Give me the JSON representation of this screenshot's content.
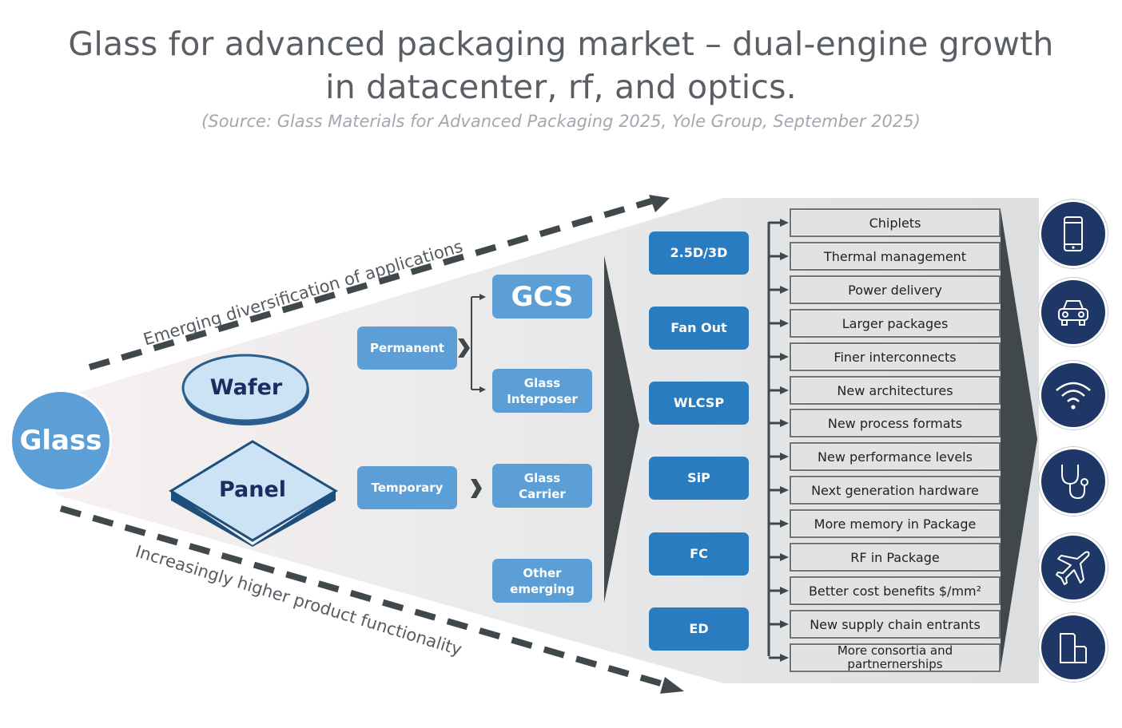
{
  "header": {
    "title_line1": "Glass for advanced packaging market – dual-engine growth",
    "title_line2": "in datacenter, rf, and optics.",
    "source": "(Source: Glass Materials for Advanced Packaging 2025, Yole Group, September 2025)"
  },
  "axes": {
    "top_label": "Emerging diversification of applications",
    "bottom_label": "Increasingly higher product functionality"
  },
  "origin": {
    "label": "Glass"
  },
  "formats": {
    "wafer": "Wafer",
    "panel": "Panel"
  },
  "usage": {
    "permanent": "Permanent",
    "temporary": "Temporary"
  },
  "products": {
    "gcs": "GCS",
    "interposer_line1": "Glass",
    "interposer_line2": "Interposer",
    "carrier_line1": "Glass",
    "carrier_line2": "Carrier",
    "other_line1": "Other",
    "other_line2": "emerging"
  },
  "platforms": [
    "2.5D/3D",
    "Fan Out",
    "WLCSP",
    "SiP",
    "FC",
    "ED"
  ],
  "benefits": [
    "Chiplets",
    "Thermal management",
    "Power delivery",
    "Larger packages",
    "Finer interconnects",
    "New architectures",
    "New process formats",
    "New performance levels",
    "Next generation hardware",
    "More memory in Package",
    "RF in Package",
    "Better cost benefits $/mm²",
    "New supply chain entrants",
    "More consortia and partnernerships"
  ],
  "markets": [
    {
      "icon": "smartphone-icon"
    },
    {
      "icon": "car-icon"
    },
    {
      "icon": "wifi-icon"
    },
    {
      "icon": "stethoscope-icon"
    },
    {
      "icon": "airplane-icon"
    },
    {
      "icon": "building-icon"
    }
  ],
  "colors": {
    "light_blue": "#5b9fd6",
    "mid_blue": "#2a7cc1",
    "navy": "#1e3766",
    "dark_gray": "#41484c",
    "panel_gray": "#e2e2e2"
  }
}
